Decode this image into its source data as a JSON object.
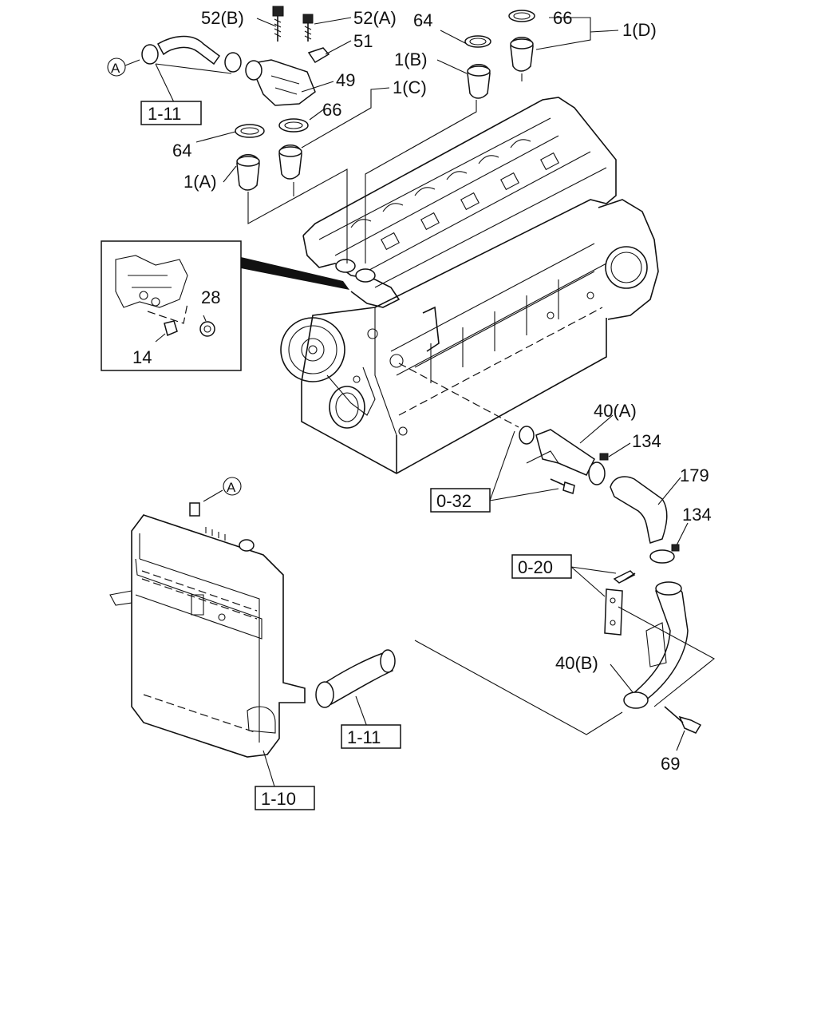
{
  "labels": {
    "l_52b": "52(B)",
    "l_52a": "52(A)",
    "l_64_top": "64",
    "l_66_top": "66",
    "l_1d": "1(D)",
    "l_51": "51",
    "l_1b": "1(B)",
    "l_49": "49",
    "l_1c": "1(C)",
    "l_66_mid": "66",
    "l_64_mid": "64",
    "l_1a": "1(A)",
    "l_28": "28",
    "l_14": "14",
    "l_40a": "40(A)",
    "l_134_top": "134",
    "l_179": "179",
    "l_134_bot": "134",
    "l_40b": "40(B)",
    "l_69": "69",
    "ref_a_top": "A",
    "ref_a_rad": "A"
  },
  "boxed": {
    "b_111_top": "1-11",
    "b_032": "0-32",
    "b_020": "0-20",
    "b_111_bot": "1-11",
    "b_110": "1-10"
  }
}
